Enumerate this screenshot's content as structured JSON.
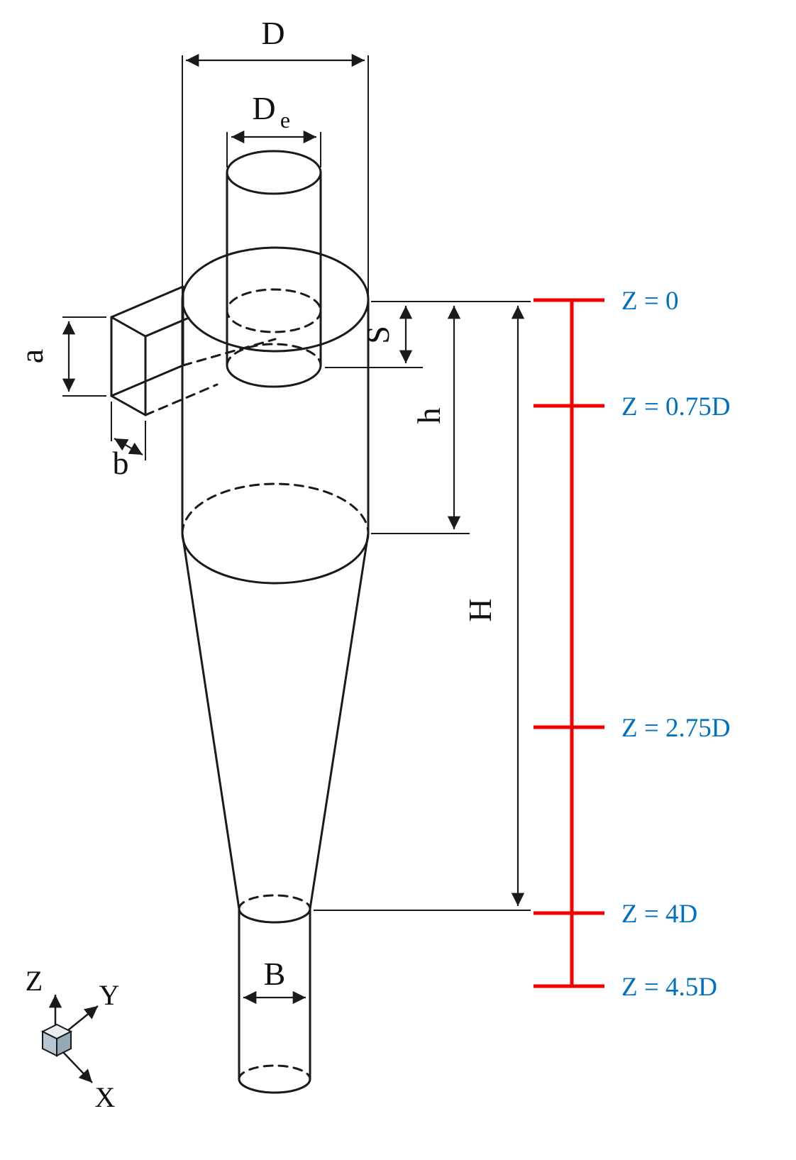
{
  "diagram": {
    "dimension_labels": {
      "D": "D",
      "De_main": "D",
      "De_sub": "e",
      "a": "a",
      "b": "b",
      "S": "S",
      "h": "h",
      "H": "H",
      "B": "B"
    },
    "z_markers": [
      {
        "label": "Z = 0"
      },
      {
        "label": "Z = 0.75D"
      },
      {
        "label": "Z = 2.75D"
      },
      {
        "label": "Z = 4D"
      },
      {
        "label": "Z = 4.5D"
      }
    ],
    "axes": {
      "x": "X",
      "y": "Y",
      "z": "Z"
    },
    "colors": {
      "outline": "#1a1a1a",
      "ruler": "#f40000",
      "z_label": "#0070c0"
    }
  }
}
